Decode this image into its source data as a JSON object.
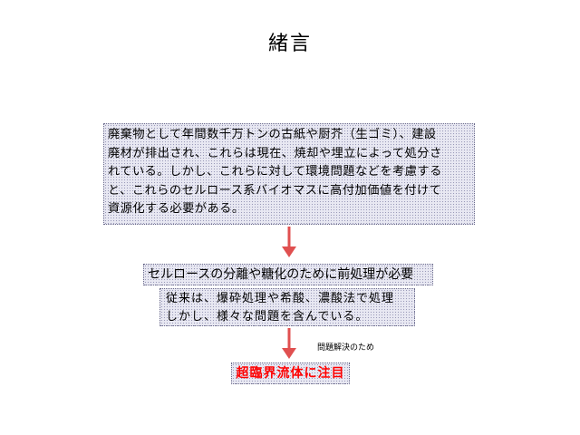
{
  "title": "緒言",
  "box1": {
    "lines": [
      "廃棄物として年間数千万トンの古紙や厨芥（生ゴミ）、建設",
      "廃材が排出され、これらは現在、焼却や埋立によって処分さ",
      "れている。しかし、これらに対して環境問題などを考慮する",
      "と、これらのセルロース系バイオマスに高付加価値を付けて",
      "資源化する必要がある。"
    ]
  },
  "box2": {
    "text": "セルロースの分離や糖化のために前処理が必要"
  },
  "box3": {
    "lines": [
      "従来は、爆砕処理や希酸、濃酸法で処理",
      "しかし、様々な問題を含んでいる。"
    ]
  },
  "note": "問題解決のため",
  "box4": {
    "text": "超臨界流体に注目"
  },
  "colors": {
    "arrow": "#e05050",
    "highlight_text": "#ff0000",
    "box_fill": "#e8e8f2"
  }
}
